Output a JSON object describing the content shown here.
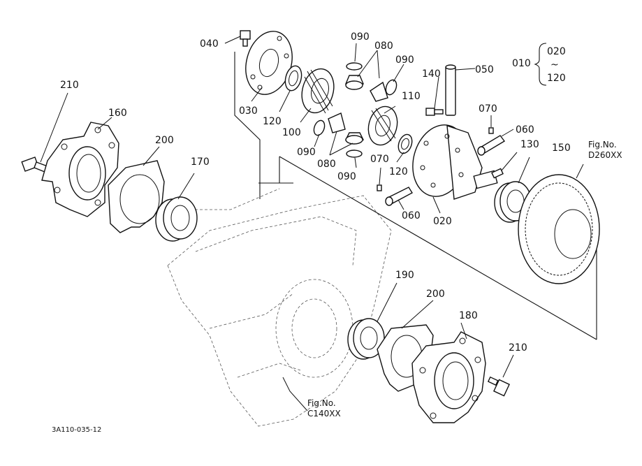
{
  "callouts": {
    "c010": "010",
    "range_start": "020",
    "range_tilde": "~",
    "range_end": "120",
    "c020": "020",
    "c030": "030",
    "c040": "040",
    "c050": "050",
    "c060a": "060",
    "c060b": "060",
    "c070a": "070",
    "c070b": "070",
    "c080a": "080",
    "c080b": "080",
    "c090a": "090",
    "c090b": "090",
    "c090c": "090",
    "c090d": "090",
    "c100": "100",
    "c110": "110",
    "c120a": "120",
    "c120b": "120",
    "c130": "130",
    "c140": "140",
    "c150": "150",
    "c160": "160",
    "c170": "170",
    "c180": "180",
    "c190": "190",
    "c200a": "200",
    "c200b": "200",
    "c210a": "210",
    "c210b": "210"
  },
  "references": {
    "fig_label_a": "Fig.No.",
    "fig_no_a": "D260XX",
    "fig_label_b": "Fig.No.",
    "fig_no_b": "C140XX"
  },
  "drawing_code": "3A110-035-12"
}
